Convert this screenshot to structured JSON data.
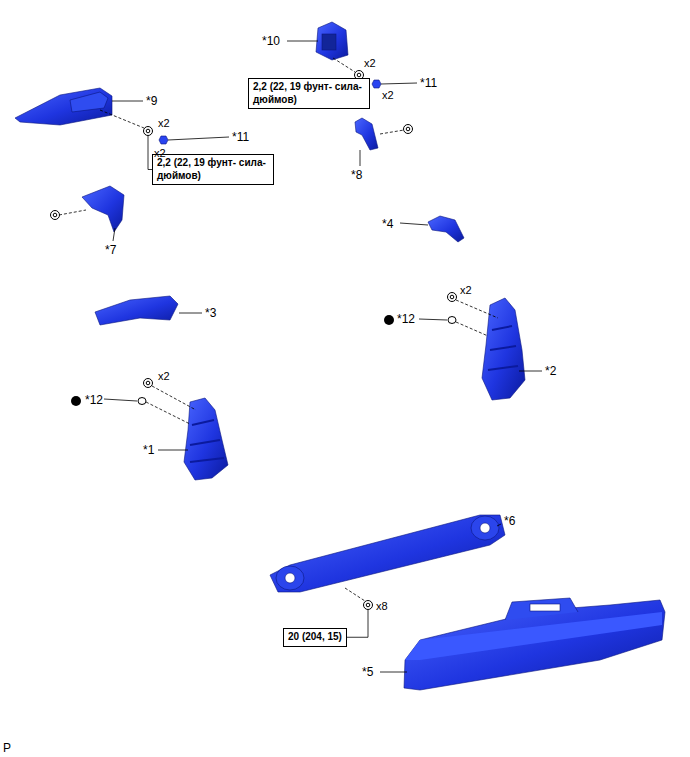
{
  "diagram": {
    "nodes": [
      {
        "text": [
          "2,2 (22, 19 фунт- сила-дюймов)"
        ]
      },
      {
        "text": [
          "2,2 (22, 19 фунт- сила-дюймов)"
        ]
      },
      {
        "text": [
          "20 (204, 15)"
        ]
      }
    ],
    "labels": [
      "*10",
      "x2",
      "*11",
      "x2",
      "*9",
      "x2",
      "*11",
      "x2",
      "*8",
      "*7",
      "*4",
      "x2",
      "*3",
      "*12",
      "*2",
      "x2",
      "*12",
      "*1",
      "*6",
      "x8",
      "*5",
      "P"
    ]
  }
}
